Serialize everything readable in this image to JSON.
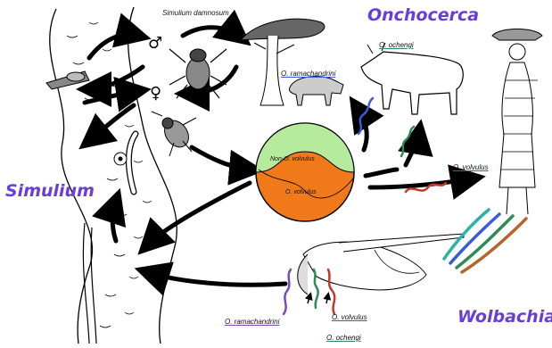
{
  "labels": {
    "simulium_damnosum": "Simulium damnosum",
    "onchocerca": "Onchocerca",
    "simulium": "Simulium",
    "wolbachia": "Wolbachia",
    "o_ochengi_top": "O. ochengi",
    "o_ramachandrini_top": "O. ramachandrini",
    "o_volvulus_right": "O. volvulus",
    "o_ramachandrini_bottom": "O. ramachandrini",
    "o_volvulus_bottom": "O. volvulus",
    "o_ochengi_bottom": "O. ochengi",
    "male_symbol": "♂",
    "female_symbol": "♀",
    "circle_top_text": "Non-O. volvulus",
    "circle_bottom_text": "O. volvulus"
  },
  "colors": {
    "label_purple": "#6a3dd6",
    "circle_green": "#b6ea9c",
    "circle_orange": "#f07a1a",
    "worm_blue": "#3b5bdb",
    "worm_green": "#2e8b57",
    "worm_red": "#c0392b",
    "worm_teal": "#2bb3a3",
    "worm_brown": "#b5652b"
  },
  "icons": [
    "black-fly-icon",
    "female-fly-icon",
    "pupa-icon",
    "larva-icon",
    "cow-icon",
    "warthog-icon",
    "tree-icon",
    "woman-icon",
    "fly-head-icon",
    "circulation-arrows"
  ]
}
